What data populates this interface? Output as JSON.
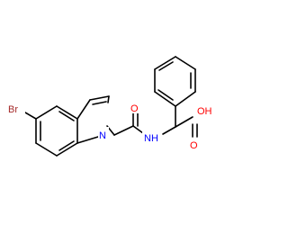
{
  "molecule": {
    "colors": {
      "carbon_bond": "#000000",
      "bromine": "#a52a2a",
      "nitrogen": "#0000ff",
      "oxygen": "#ff0000",
      "background": "#ffffff"
    },
    "atom_labels": {
      "bromine": "Br",
      "indole_nitrogen": "N",
      "amide_oxygen": "O",
      "amide_nh": "NH",
      "hydroxyl": "OH",
      "carbonyl_oxygen": "O"
    }
  }
}
